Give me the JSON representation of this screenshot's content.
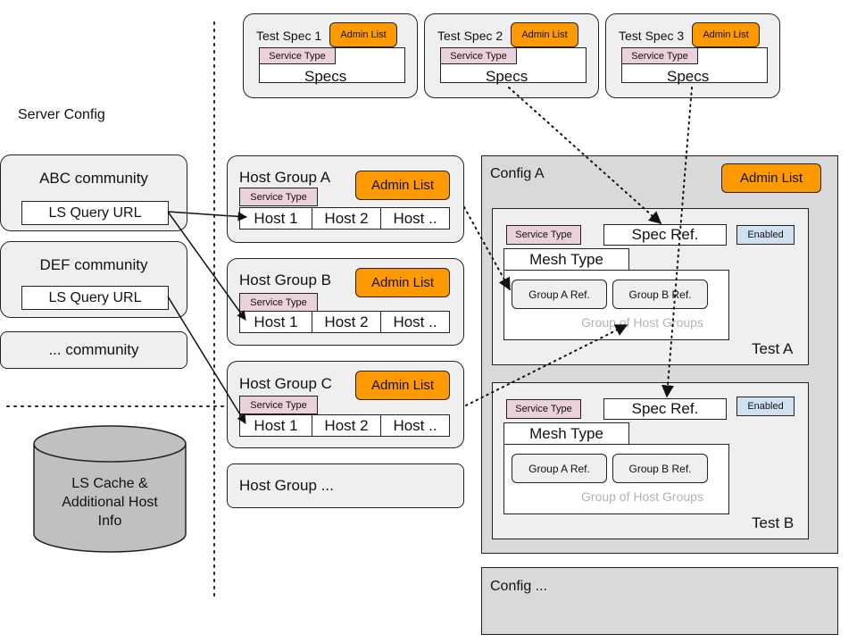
{
  "test_specs": [
    {
      "title": "Test Spec 1",
      "admin": "Admin List",
      "service": "Service Type",
      "specs": "Specs"
    },
    {
      "title": "Test Spec 2",
      "admin": "Admin List",
      "service": "Service Type",
      "specs": "Specs"
    },
    {
      "title": "Test Spec 3",
      "admin": "Admin List",
      "service": "Service Type",
      "specs": "Specs"
    }
  ],
  "server_config": {
    "label": "Server Config"
  },
  "communities": [
    {
      "name": "ABC community",
      "url": "LS Query URL"
    },
    {
      "name": "DEF community",
      "url": "LS Query URL"
    },
    {
      "name": "... community"
    }
  ],
  "host_groups": [
    {
      "title": "Host Group A",
      "admin": "Admin List",
      "service": "Service Type",
      "hosts": [
        "Host 1",
        "Host 2",
        "Host .."
      ]
    },
    {
      "title": "Host Group B",
      "admin": "Admin List",
      "service": "Service Type",
      "hosts": [
        "Host 1",
        "Host 2",
        "Host .."
      ]
    },
    {
      "title": "Host Group C",
      "admin": "Admin List",
      "service": "Service Type",
      "hosts": [
        "Host 1",
        "Host 2",
        "Host .."
      ]
    },
    {
      "title": "Host Group ..."
    }
  ],
  "cache": {
    "line1": "LS Cache &",
    "line2": "Additional Host",
    "line3": "Info"
  },
  "config_a": {
    "title": "Config A",
    "admin": "Admin List",
    "tests": [
      {
        "name": "Test A",
        "service": "Service Type",
        "spec_ref": "Spec Ref.",
        "enabled": "Enabled",
        "mesh": "Mesh Type",
        "group_a": "Group A Ref.",
        "group_b": "Group B Ref.",
        "group_label": "Group of Host Groups"
      },
      {
        "name": "Test B",
        "service": "Service Type",
        "spec_ref": "Spec Ref.",
        "enabled": "Enabled",
        "mesh": "Mesh Type",
        "group_a": "Group A Ref.",
        "group_b": "Group B Ref.",
        "group_label": "Group of Host Groups"
      }
    ]
  },
  "config_more": {
    "title": "Config ..."
  }
}
